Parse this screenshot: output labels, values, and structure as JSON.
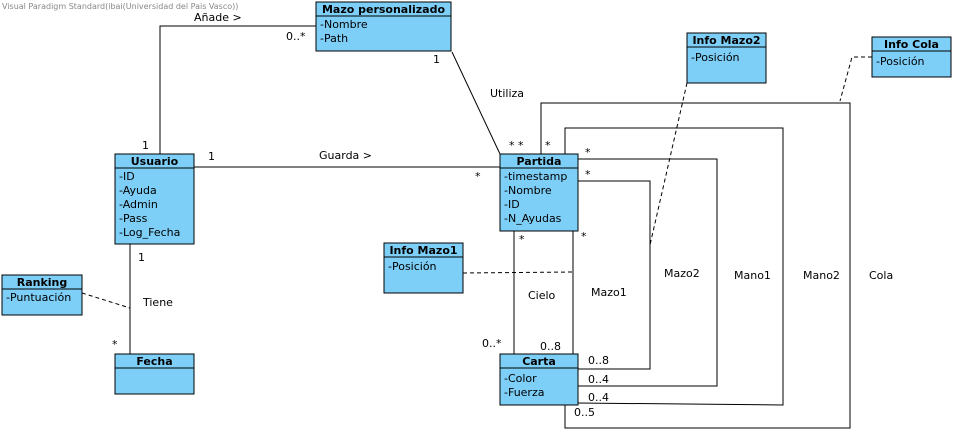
{
  "watermark": "Visual Paradigm Standard(ibai(Universidad del Pais Vasco))",
  "colors": {
    "class_fill": "#7ecff8",
    "stroke": "#000000"
  },
  "classes": {
    "mazo_personalizado": {
      "name": "Mazo personalizado",
      "attrs": [
        "-Nombre",
        "-Path"
      ]
    },
    "usuario": {
      "name": "Usuario",
      "attrs": [
        "-ID",
        "-Ayuda",
        "-Admin",
        "-Pass",
        "-Log_Fecha"
      ]
    },
    "partida": {
      "name": "Partida",
      "attrs": [
        "-timestamp",
        "-Nombre",
        "-ID",
        "-N_Ayudas"
      ]
    },
    "carta": {
      "name": "Carta",
      "attrs": [
        "-Color",
        "-Fuerza"
      ]
    },
    "ranking": {
      "name": "Ranking",
      "attrs": [
        "-Puntuación"
      ]
    },
    "fecha": {
      "name": "Fecha",
      "attrs": []
    },
    "info_mazo1": {
      "name": "Info Mazo1",
      "attrs": [
        "-Posición"
      ]
    },
    "info_mazo2": {
      "name": "Info Mazo2",
      "attrs": [
        "-Posición"
      ]
    },
    "info_cola": {
      "name": "Info Cola",
      "attrs": [
        "-Posición"
      ]
    }
  },
  "associations": {
    "anade": {
      "label": "Añade >",
      "m_usuario": "1",
      "m_mazo": "0..*"
    },
    "utiliza": {
      "label": "Utiliza",
      "m_mazo": "1",
      "m_partida": "*"
    },
    "guarda": {
      "label": "Guarda >",
      "m_usuario": "1",
      "m_partida": "*"
    },
    "tiene": {
      "label": "Tiene",
      "m_usuario": "1",
      "m_fecha": "*"
    },
    "cielo": {
      "label": "Cielo",
      "m_partida": "*",
      "m_carta": "0..*"
    },
    "mazo1": {
      "label": "Mazo1",
      "m_partida": "*",
      "m_carta": "0..8"
    },
    "mazo2": {
      "label": "Mazo2",
      "m_partida": "*",
      "m_carta": "0..8"
    },
    "mano1": {
      "label": "Mano1",
      "m_partida": "*",
      "m_carta": "0..4"
    },
    "mano2": {
      "label": "Mano2",
      "m_partida": "*",
      "m_carta": "0..4"
    },
    "cola": {
      "label": "Cola",
      "m_partida": "*",
      "m_carta": "0..5"
    }
  }
}
